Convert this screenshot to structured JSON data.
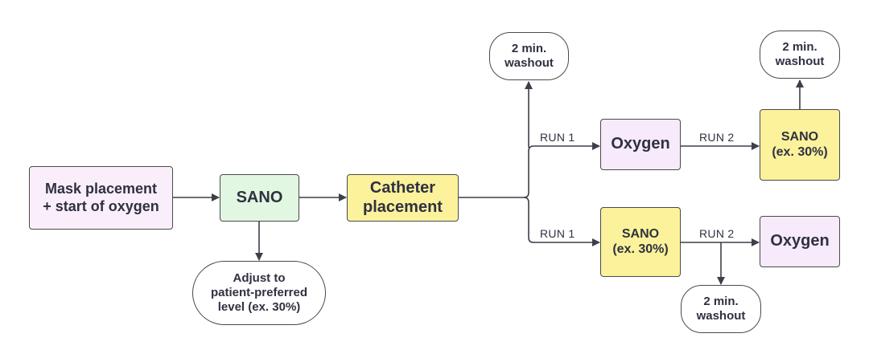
{
  "nodes": {
    "mask": "Mask placement\n+ start of oxygen",
    "sano1": "SANO",
    "adjust": "Adjust to\npatient-preferred\nlevel (ex. 30%)",
    "catheter": "Catheter\nplacement",
    "washout_top": "2 min.\nwashout",
    "oxygen_top": "Oxygen",
    "sano_top": "SANO\n(ex. 30%)",
    "washout_top_right": "2 min.\nwashout",
    "sano_bottom": "SANO\n(ex. 30%)",
    "oxygen_bottom": "Oxygen",
    "washout_bottom": "2 min.\nwashout"
  },
  "edge_labels": {
    "run1_top": "RUN 1",
    "run2_top": "RUN 2",
    "run1_bottom": "RUN 1",
    "run2_bottom": "RUN 2"
  },
  "colors": {
    "line": "#3d3f4a",
    "pink": "#fbeefb",
    "green": "#e1f7e1",
    "yellow": "#fbf29b",
    "purple": "#f6eafb"
  }
}
